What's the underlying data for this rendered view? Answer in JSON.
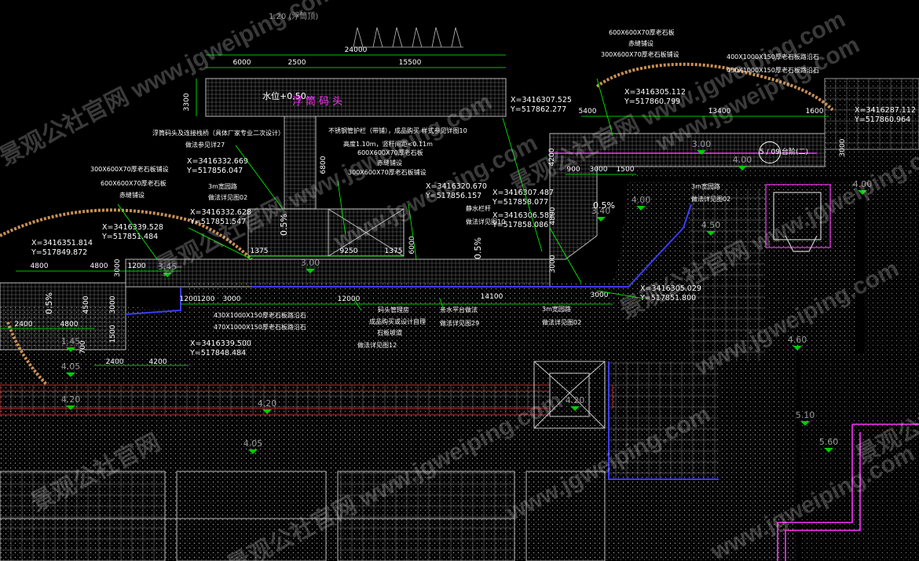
{
  "drawing": {
    "title": "浮筒码头",
    "water_level": "水位+0.50",
    "top_level": "1.20 (浮筒顶)",
    "symbol": "5 / 09",
    "symbol_label": "台阶(二)"
  },
  "watermarks": [
    "景观公社官网 www.jgweiping.com",
    "景观公社官网 www.jgweiping.com",
    "www.jgweiping.com",
    "景观公社官网 www.jgweiping.com",
    "www.jgweiping.com",
    "景观公社官网 www.jgweiping.com",
    "www.jgweiping.com",
    "景观公社官网",
    "景观公社官网 www.jgweiping.com",
    "www.jgweiping.com",
    "景观公社官网",
    "www.jgweiping.com"
  ],
  "dimensions": [
    "24000",
    "6000",
    "2500",
    "15500",
    "3300",
    "6800",
    "4200",
    "4800",
    "4800",
    "3000",
    "1200",
    "1375",
    "9250",
    "1375",
    "6000",
    "900",
    "3000",
    "1500",
    "4800",
    "3000",
    "5400",
    "13400",
    "1600",
    "3000",
    "1200",
    "1200",
    "3000",
    "12000",
    "14100",
    "3000",
    "3000",
    "2400",
    "4800",
    "4500",
    "1500",
    "700",
    "2400",
    "4200"
  ],
  "levels": [
    "3.45",
    "3.00",
    "3.00",
    "4.00",
    "4.00",
    "4.00",
    "4.50",
    "4.60",
    "4.05",
    "4.20",
    "4.20",
    "4.20",
    "4.05",
    "3.40",
    "1.45",
    "5.10",
    "5.60"
  ],
  "slopes": [
    "0.5%",
    "0.5%",
    "0.5%",
    "0.5%"
  ],
  "coordinates": [
    {
      "x": "X=3416307.525",
      "y": "Y=517862.277"
    },
    {
      "x": "X=3416305.112",
      "y": "Y=517860.799"
    },
    {
      "x": "X=3416287.112",
      "y": "Y=517860.964"
    },
    {
      "x": "X=3416332.669",
      "y": "Y=517856.047"
    },
    {
      "x": "X=3416320.670",
      "y": "Y=517856.157"
    },
    {
      "x": "X=3416307.487",
      "y": "Y=517858.077"
    },
    {
      "x": "X=3416306.587",
      "y": "Y=517858.086"
    },
    {
      "x": "X=3416332.628",
      "y": "Y=517851.547"
    },
    {
      "x": "X=3416339.528",
      "y": "Y=517851.484"
    },
    {
      "x": "X=3416351.814",
      "y": "Y=517849.872"
    },
    {
      "x": "X=3416305.029",
      "y": "Y=517851.800"
    },
    {
      "x": "X=3416339.500",
      "y": "Y=517848.484"
    }
  ],
  "notes": [
    "600X600X70厚老石板",
    "赤缝铺设",
    "300X600X70厚老石板铺设",
    "400X1000X150厚老石板路沿石",
    "430X1000X150厚老石板路沿石",
    "浮筒码头及连接栈桥（具体厂家专业二次设计）",
    "做法参见详27",
    "不锈钢管护栏（带铺），成品购买 样式参见详图10",
    "高度1.10m，竖杆间距<0.11m",
    "600X600X70厚老石板",
    "赤缝铺设",
    "300X600X70厚老石板铺设",
    "300X600X70厚老石板铺设",
    "600X600X70厚老石板",
    "赤缝铺设",
    "3m宽园路",
    "做法详见图02",
    "静水栏杆",
    "做法详见图10",
    "3m宽园路",
    "做法详见图02",
    "430X1000X150厚老石板路沿石",
    "470X1000X150厚老石板路沿石",
    "码头管理房",
    "成品购买或设计自理",
    "石板坡道",
    "做法详见图12",
    "亲水平台做法",
    "做法详见图29",
    "3m宽园路",
    "做法详见图02"
  ],
  "colors": {
    "background": "#000000",
    "dimension": "#00ff00",
    "text": "#ffffff",
    "hatch": "#9a9a9a",
    "tree": "#c89055",
    "edge": "#3c3cff",
    "magenta": "#ff33ff"
  }
}
